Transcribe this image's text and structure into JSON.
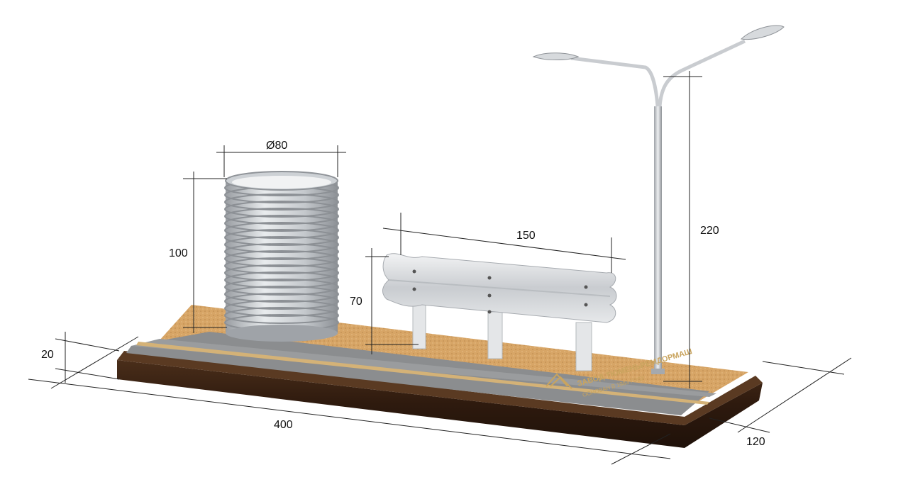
{
  "dimensions": {
    "diameter": "Ø80",
    "pipe_height": "100",
    "barrier_length": "150",
    "barrier_height": "70",
    "lamp_height": "220",
    "base_height": "20",
    "base_length": "400",
    "base_depth": "120"
  },
  "branding": {
    "name": "ЗАВОД ТЮМЕНЬРЕМДОРМАШ",
    "tagline": "ОСНОВАН В 1983 ГОДУ"
  },
  "colors": {
    "wood": "#3b2415",
    "asphalt": "#8b8d8f",
    "sand": "#d7a566",
    "gold_stripe": "#d4b277",
    "steel": "#d9dcdf"
  }
}
